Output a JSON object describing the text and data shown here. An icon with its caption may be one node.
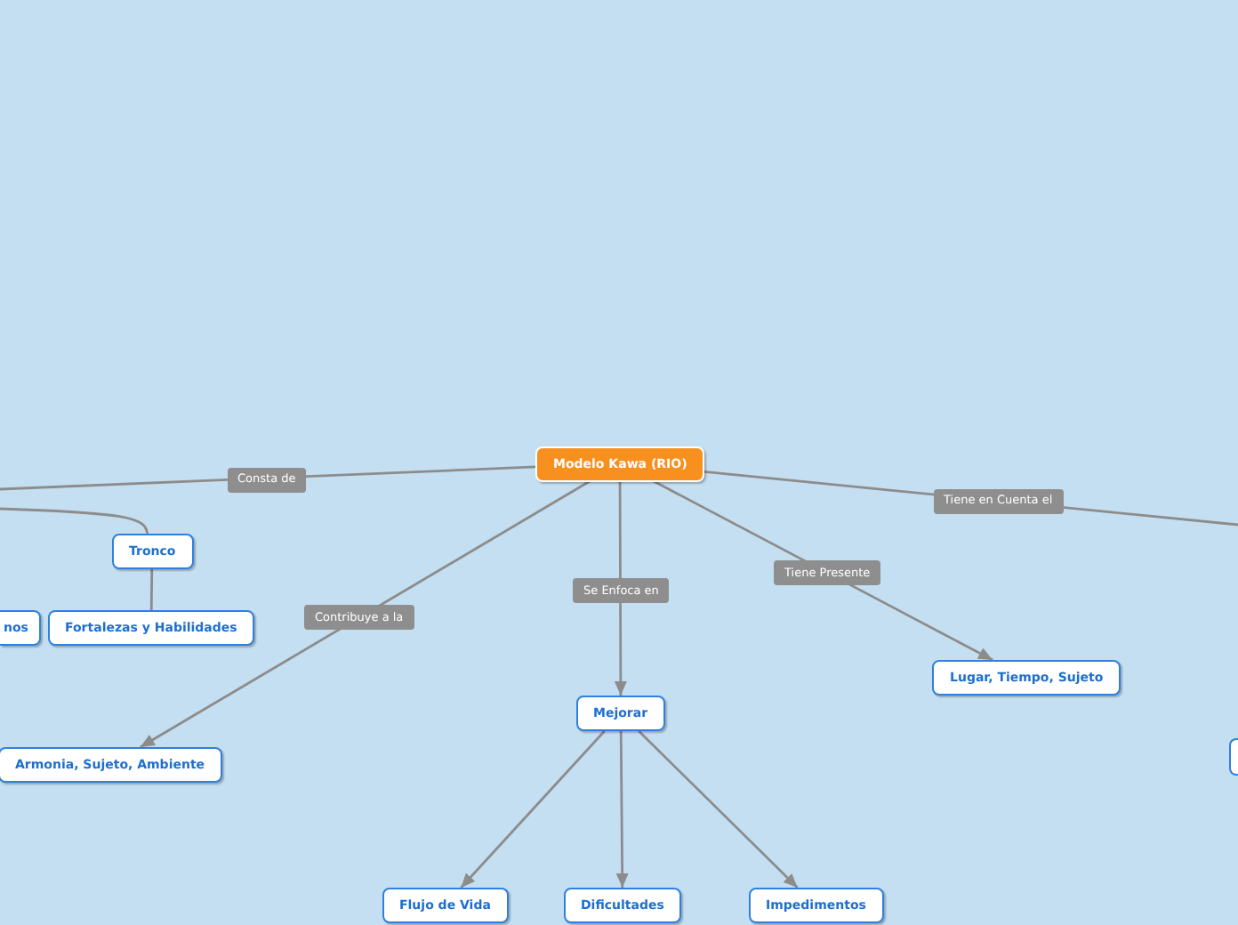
{
  "diagram": {
    "nodes": [
      {
        "text": [
          "Modelo Kawa (RIO)"
        ]
      },
      {
        "text": [
          "Tronco"
        ]
      },
      {
        "text": [
          "nos"
        ]
      },
      {
        "text": [
          "Fortalezas y Habilidades"
        ]
      },
      {
        "text": [
          "Lugar, Tiempo, Sujeto"
        ]
      },
      {
        "text": [
          "Mejorar"
        ]
      },
      {
        "text": [],
        "shape": "box"
      },
      {
        "text": [
          "Armonia, Sujeto, Ambiente"
        ]
      },
      {
        "text": [
          "Flujo de Vida"
        ]
      },
      {
        "text": [
          "Dificultades"
        ]
      },
      {
        "text": [
          "Impedimentos"
        ]
      }
    ],
    "edges": [
      {
        "from": 0,
        "to": null,
        "arrow": "none",
        "label": "Consta de"
      },
      {
        "from": null,
        "to": 1,
        "arrow": "none"
      },
      {
        "from": 1,
        "to": 3,
        "arrow": "none"
      },
      {
        "from": 0,
        "to": 7,
        "arrow": "to",
        "label": "Contribuye a la"
      },
      {
        "from": 0,
        "to": 5,
        "arrow": "to",
        "label": "Se Enfoca en"
      },
      {
        "from": 0,
        "to": 4,
        "arrow": "to",
        "label": "Tiene Presente"
      },
      {
        "from": 0,
        "to": null,
        "arrow": "none",
        "label": "Tiene en Cuenta el"
      },
      {
        "from": 5,
        "to": 8,
        "arrow": "to"
      },
      {
        "from": 5,
        "to": 9,
        "arrow": "to"
      },
      {
        "from": 5,
        "to": 10,
        "arrow": "to"
      }
    ]
  }
}
